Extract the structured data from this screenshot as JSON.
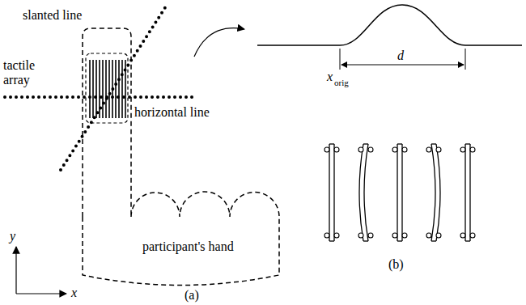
{
  "diagram": {
    "labels": [
      "slanted line",
      "tactile array",
      "horizontal line",
      "participant's hand",
      "y",
      "x",
      "(a)",
      "d",
      "x",
      "orig",
      "(b)"
    ]
  }
}
